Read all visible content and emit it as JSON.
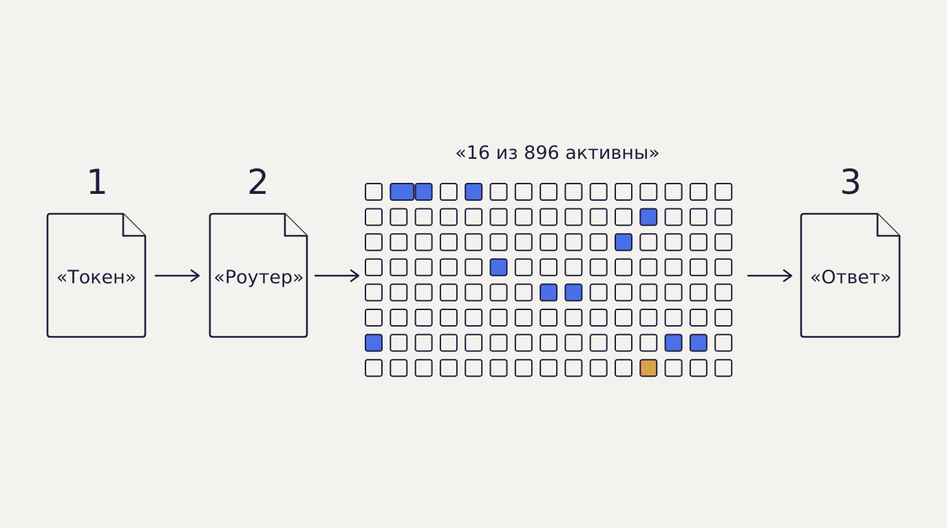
{
  "steps": {
    "token": {
      "number": "1",
      "label": "«Токен»"
    },
    "router": {
      "number": "2",
      "label": "«Роутер»"
    },
    "answer": {
      "number": "3",
      "label": "«Ответ»"
    }
  },
  "expert_grid": {
    "title": "«16 из 896 активны»",
    "rows": 8,
    "cols": 15,
    "active": [
      [
        0,
        1
      ],
      [
        0,
        2
      ],
      [
        0,
        4
      ],
      [
        1,
        11
      ],
      [
        2,
        10
      ],
      [
        3,
        5
      ],
      [
        4,
        7
      ],
      [
        4,
        8
      ],
      [
        6,
        0
      ],
      [
        6,
        12
      ],
      [
        6,
        13
      ]
    ],
    "highlight": [
      [
        7,
        11
      ]
    ],
    "colors": {
      "inactive": "#f3f2ee",
      "active": "#4a6fe8",
      "highlight": "#dba24c",
      "stroke": "#1d1f3b"
    }
  }
}
